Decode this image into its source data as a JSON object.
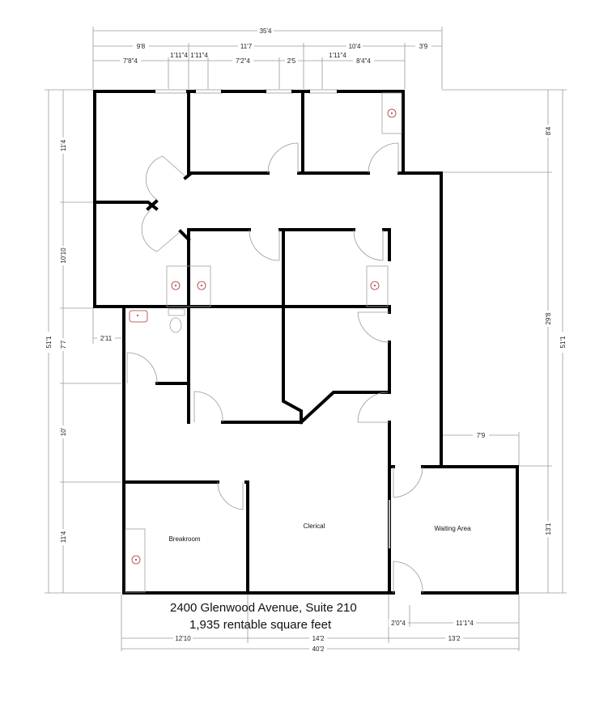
{
  "plan": {
    "address": "2400 Glenwood Avenue, Suite 210",
    "area": "1,935 rentable square feet",
    "rooms": [
      {
        "name": "Breakroom",
        "label": "Breakroom"
      },
      {
        "name": "Clerical",
        "label": "Clerical"
      },
      {
        "name": "Waiting Area",
        "label": "Waiting Area"
      }
    ],
    "colors": {
      "wall": "#000000",
      "dimension": "#9a9a9a",
      "fixture": "#aa3333"
    }
  },
  "dimensions": {
    "top": {
      "overall": "35'4",
      "row2": [
        "9'8",
        "11'7",
        "10'4",
        "3'9"
      ],
      "row3": [
        "7'8\"4",
        "1'11\"4",
        "1'11\"4",
        "7'2\"4",
        "2'5",
        "1'11\"4",
        "8'4\"4"
      ]
    },
    "left": {
      "overall": "51'1",
      "segments": [
        "11'4",
        "10'10",
        "7'7",
        "10'",
        "11'4"
      ],
      "offset": "2'11"
    },
    "right": {
      "overall": "51'1",
      "segments": [
        "8'4",
        "29'8",
        "13'1"
      ],
      "offset": "7'9"
    },
    "bottom": {
      "overall": "40'2",
      "row1": [
        "12'10",
        "14'2",
        "13'2"
      ],
      "row2": [
        "2'0\"4",
        "11'1\"4"
      ]
    }
  }
}
